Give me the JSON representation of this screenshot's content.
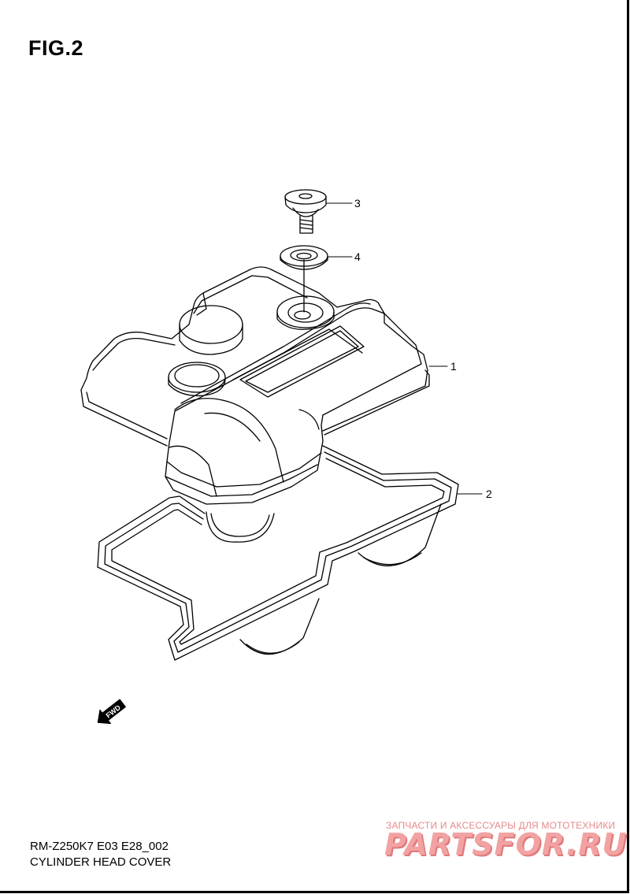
{
  "figure": {
    "title": "FIG.2"
  },
  "callouts": [
    {
      "number": "1",
      "part": "cylinder-head-cover"
    },
    {
      "number": "2",
      "part": "cover-gasket"
    },
    {
      "number": "3",
      "part": "cover-bolt"
    },
    {
      "number": "4",
      "part": "bolt-washer"
    }
  ],
  "fwd_marker": {
    "label": "FWD",
    "icon": "forward-arrow-icon"
  },
  "footer": {
    "model_code": "RM-Z250K7 E03 E28_002",
    "section_title": "CYLINDER HEAD COVER"
  },
  "watermark": {
    "tagline": "ЗАПЧАСТИ И АКСЕССУАРЫ ДЛЯ МОТОТЕХНИКИ",
    "logo_text": "PARTSFOR.RU"
  },
  "colors": {
    "line": "#000000",
    "watermark": "#f2a2a2"
  }
}
